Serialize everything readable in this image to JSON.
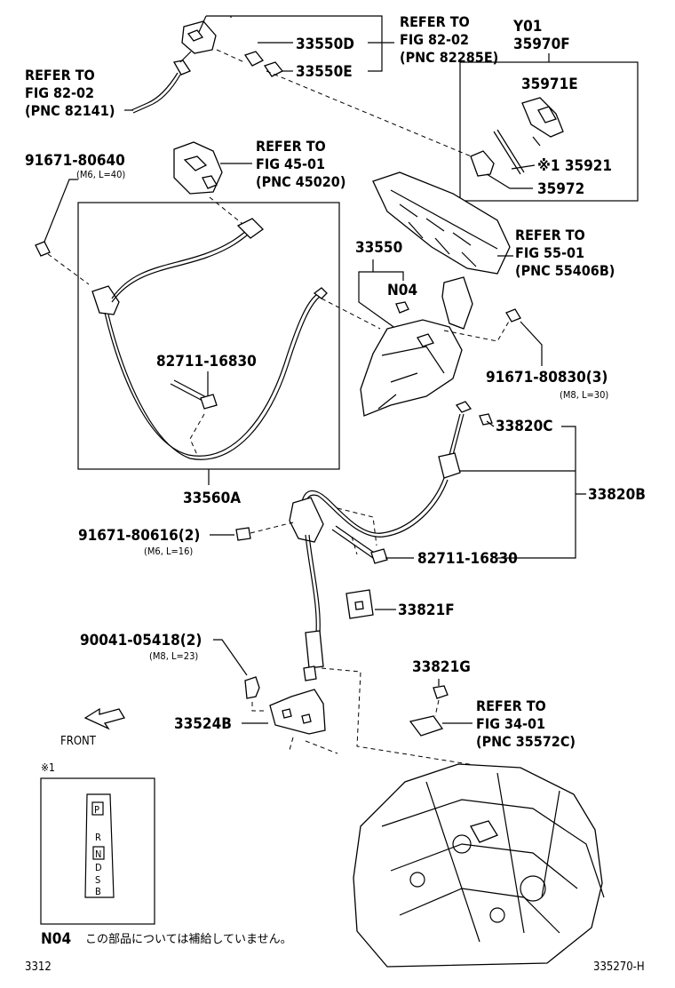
{
  "refs": {
    "r1": {
      "l1": "REFER TO",
      "l2": "FIG 82-02",
      "l3": "(PNC 82285E)"
    },
    "r2": {
      "l1": "REFER TO",
      "l2": "FIG 82-02",
      "l3": "(PNC 82141)"
    },
    "r3": {
      "l1": "REFER TO",
      "l2": "FIG 45-01",
      "l3": "(PNC 45020)"
    },
    "r4": {
      "l1": "REFER TO",
      "l2": "FIG 55-01",
      "l3": "(PNC 55406B)"
    },
    "r5": {
      "l1": "REFER TO",
      "l2": "FIG 34-01",
      "l3": "(PNC 35572C)"
    }
  },
  "parts": {
    "p33550D": "33550D",
    "p33550E": "33550E",
    "y01": "Y01",
    "p35970F": "35970F",
    "p35971E": "35971E",
    "p35921": "※1 35921",
    "p35972": "35972",
    "p91671_80640": "91671-80640",
    "p91671_80640_spec": "(M6, L=40)",
    "p33550": "33550",
    "n04": "N04",
    "p82711_16830a": "82711-16830",
    "p91671_80830": "91671-80830(3)",
    "p91671_80830_spec": "(M8, L=30)",
    "p33820C": "33820C",
    "p33560A": "33560A",
    "p33820B": "33820B",
    "p91671_80616": "91671-80616(2)",
    "p91671_80616_spec": "(M6, L=16)",
    "p82711_16830b": "82711-16830",
    "p33821F": "33821F",
    "p90041_05418": "90041-05418(2)",
    "p90041_05418_spec": "(M8, L=23)",
    "p33821G": "33821G",
    "p33524B": "33524B"
  },
  "front_label": "FRONT",
  "note": {
    "mark": "※1",
    "positions": [
      "P",
      "R",
      "N",
      "D",
      "S",
      "B"
    ],
    "code": "N04",
    "text": "この部品については補給していません。"
  },
  "footer": {
    "left": "3312",
    "right": "335270-H"
  }
}
